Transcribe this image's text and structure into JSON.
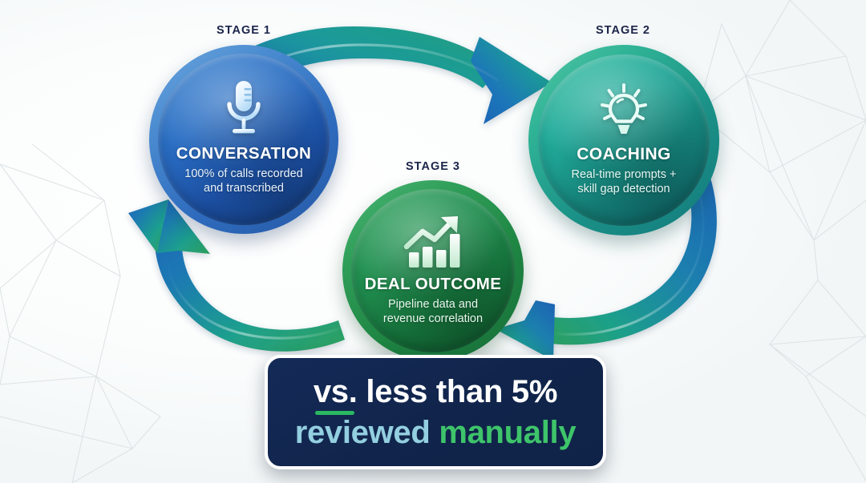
{
  "theme": {
    "stage1_color": "#1d5fb4",
    "stage2_color": "#14867f",
    "stage3_color": "#1f8a45",
    "banner_bg": "#11254c",
    "label_color": "#1b2449",
    "accent_green": "#3ec46a",
    "accent_lightblue": "#93cfe0",
    "underline_green": "#2bb862"
  },
  "stages": [
    {
      "label": "STAGE 1",
      "title": "CONVERSATION",
      "subtitle_line1": "100% of calls recorded",
      "subtitle_line2": "and transcribed",
      "icon": "microphone-icon"
    },
    {
      "label": "STAGE 2",
      "title": "COACHING",
      "subtitle_line1": "Real-time prompts +",
      "subtitle_line2": "skill gap detection",
      "icon": "lightbulb-icon"
    },
    {
      "label": "STAGE 3",
      "title": "DEAL OUTCOME",
      "subtitle_line1": "Pipeline data and",
      "subtitle_line2": "revenue correlation",
      "icon": "growth-chart-icon"
    }
  ],
  "arrows": [
    {
      "name": "arrow-stage1-to-stage2"
    },
    {
      "name": "arrow-stage2-to-stage3"
    },
    {
      "name": "arrow-stage3-to-stage1"
    }
  ],
  "banner": {
    "line1_emphasis": "vs.",
    "line1_rest": " less than 5%",
    "line2_part1": "reviewed ",
    "line2_part2": "manually"
  }
}
